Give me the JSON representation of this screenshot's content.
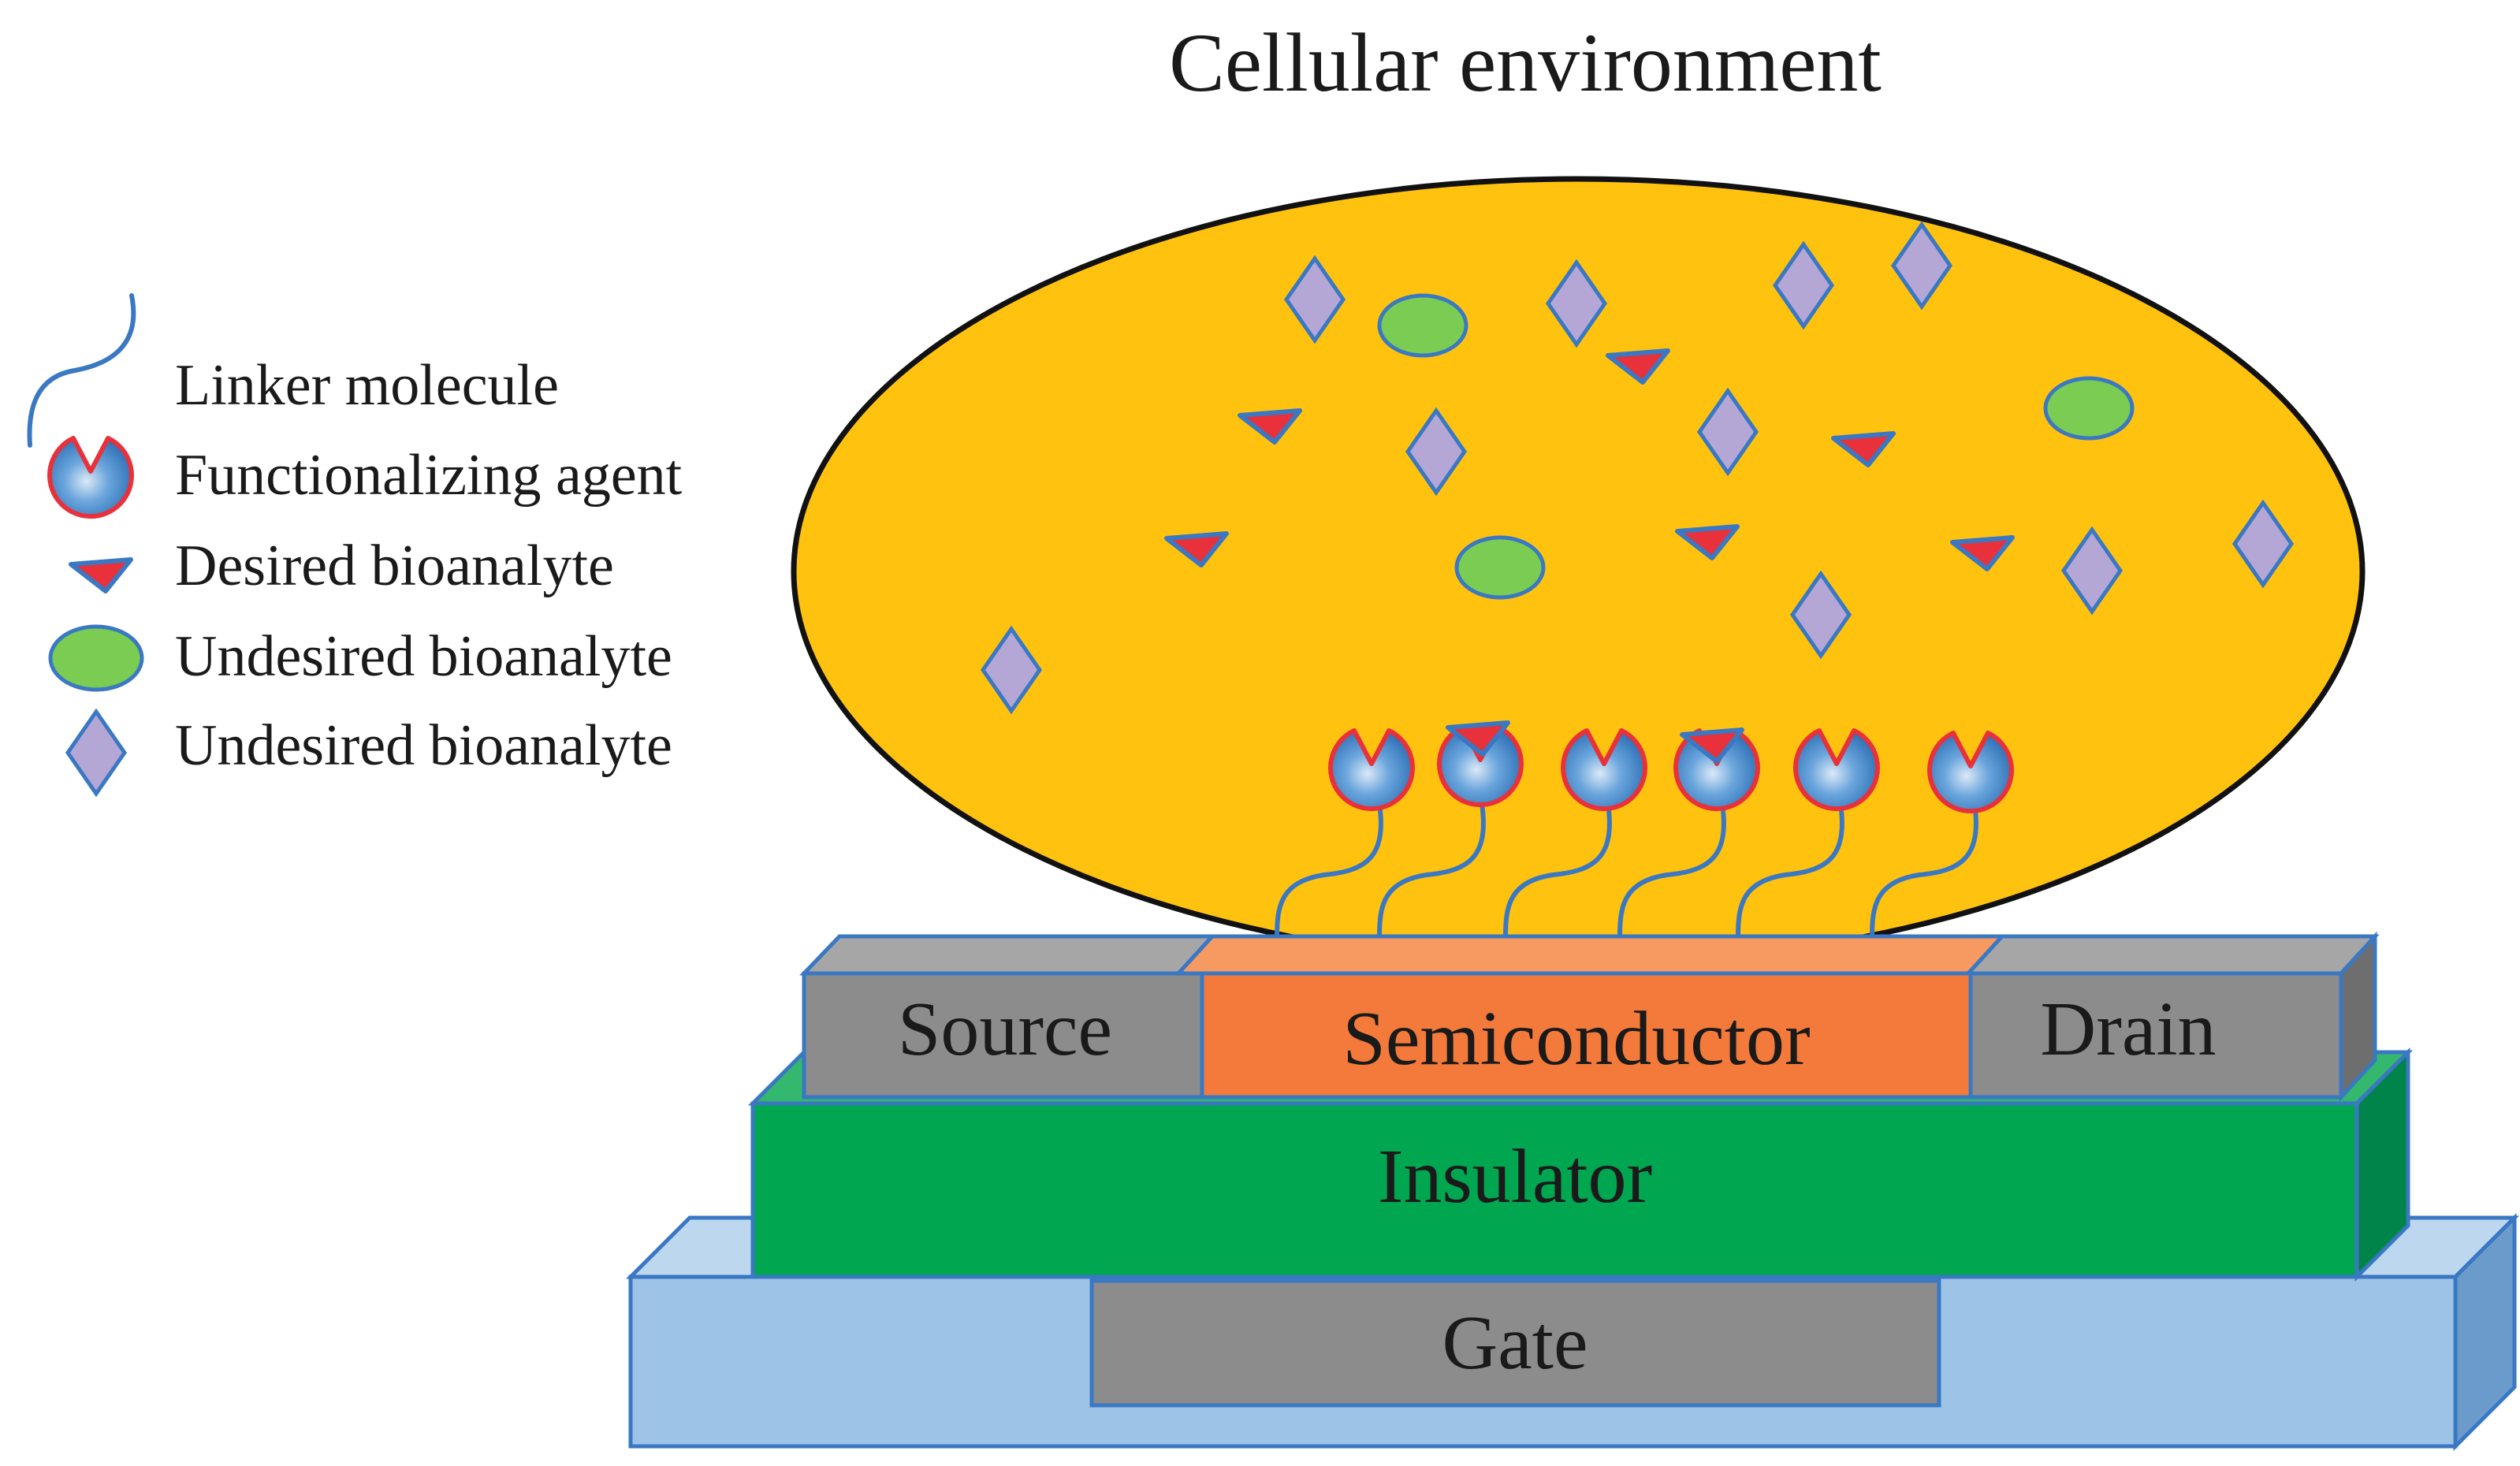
{
  "title": "Cellular environment",
  "legend": {
    "linker": "Linker molecule",
    "functionalizing": "Functionalizing agent",
    "desired": "Desired bioanalyte",
    "undesired_ellipse": "Undesired bioanalyte",
    "undesired_diamond": "Undesired bioanalyte"
  },
  "layers": {
    "source": "Source",
    "semiconductor": "Semiconductor",
    "drain": "Drain",
    "insulator": "Insulator",
    "gate": "Gate"
  },
  "colors": {
    "cell_fill": "#FFC20E",
    "cell_stroke": "#111111",
    "semiconductor": "#F37A3A",
    "source_drain": "#8C8C8C",
    "insulator": "#00A650",
    "substrate": "#9DC3E6",
    "gate": "#8C8C8C",
    "diamond": "#B4A7D6",
    "green_ellipse": "#7ACC52",
    "desired_triangle": "#E8313A",
    "receptor_ring": "#E8313A",
    "receptor_fill": "#3D85C6",
    "outline": "#3A78C3"
  }
}
